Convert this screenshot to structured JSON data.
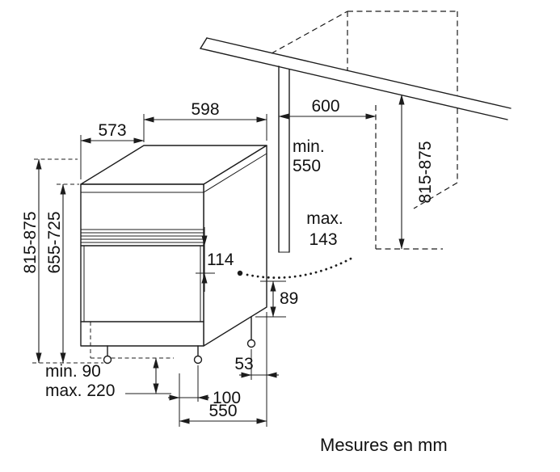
{
  "meta": {
    "background": "#ffffff",
    "line_color": "#1c1c1c"
  },
  "labels": {
    "appliance_depth": "573",
    "appliance_width": "598",
    "worktop_depth": "600",
    "niche_depth_min_1": "min.",
    "niche_depth_min_2": "550",
    "height_total": "815-875",
    "height_door": "655-725",
    "panel_height": "114",
    "door_max_1": "max.",
    "door_max_2": "143",
    "niche_height": "815-875",
    "rear_clearance": "89",
    "rear_foot_inset": "53",
    "plinth_min": "min. 90",
    "plinth_max": "max. 220",
    "front_foot_inset": "100",
    "base_depth": "550",
    "units_note": "Mesures en mm"
  }
}
